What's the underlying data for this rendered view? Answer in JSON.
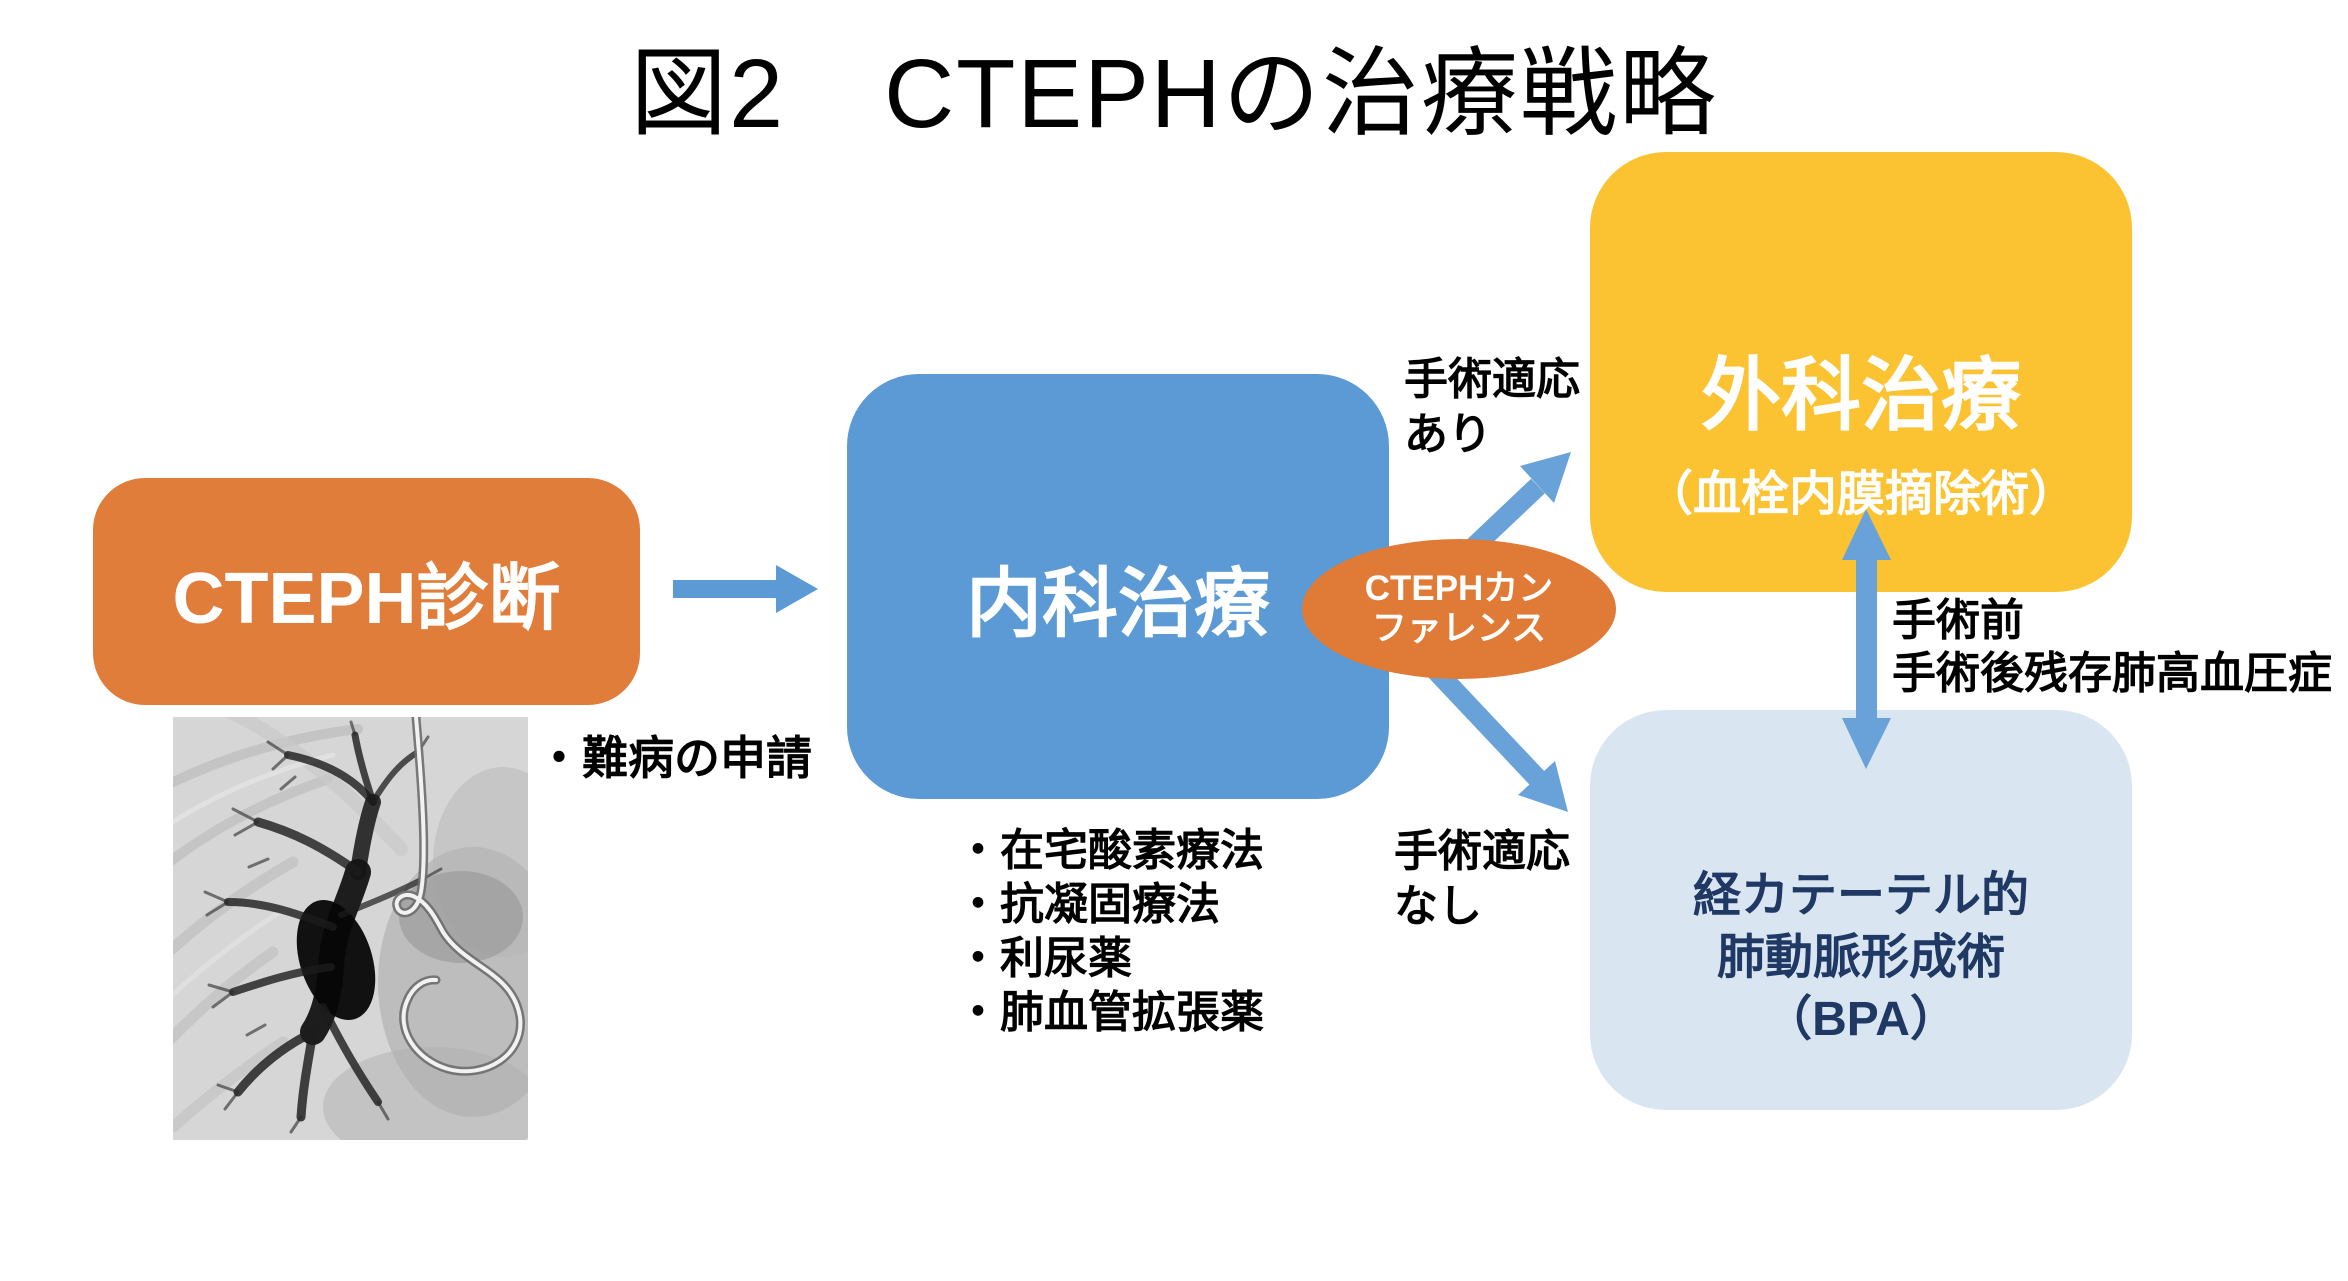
{
  "title": "図2　CTEPHの治療戦略",
  "colors": {
    "orange_box": "#E07D3B",
    "orange_ellipse": "#DF7B36",
    "blue_box": "#5B9AD5",
    "yellow_box": "#FBC332",
    "light_blue_box": "#D9E6F2",
    "arrow_blue": "#68A2D8",
    "bpa_text_navy": "#1F3864",
    "label_black": "#000000",
    "node_text_white": "#FFFFFF"
  },
  "nodes": {
    "diagnosis": {
      "label": "CTEPH診断"
    },
    "medical": {
      "label": "内科治療"
    },
    "conference": {
      "line1": "CTEPHカン",
      "line2": "ファレンス"
    },
    "surgical": {
      "label": "外科治療",
      "sublabel": "（血栓内膜摘除術）"
    },
    "bpa": {
      "line1": "経カテーテル的",
      "line2": "肺動脈形成術",
      "line3": "（BPA）"
    }
  },
  "annotations": {
    "nanbyo_note": "・難病の申請",
    "medical_bullets": [
      "・在宅酸素療法",
      "・抗凝固療法",
      "・利尿薬",
      "・肺血管拡張薬"
    ],
    "indication_yes": {
      "line1": "手術適応",
      "line2": "あり"
    },
    "indication_no": {
      "line1": "手術適応",
      "line2": "なし"
    },
    "between_boxes": {
      "line1": "手術前",
      "line2": "手術後残存肺高血圧症"
    }
  },
  "image": {
    "name": "pulmonary-angiogram"
  }
}
